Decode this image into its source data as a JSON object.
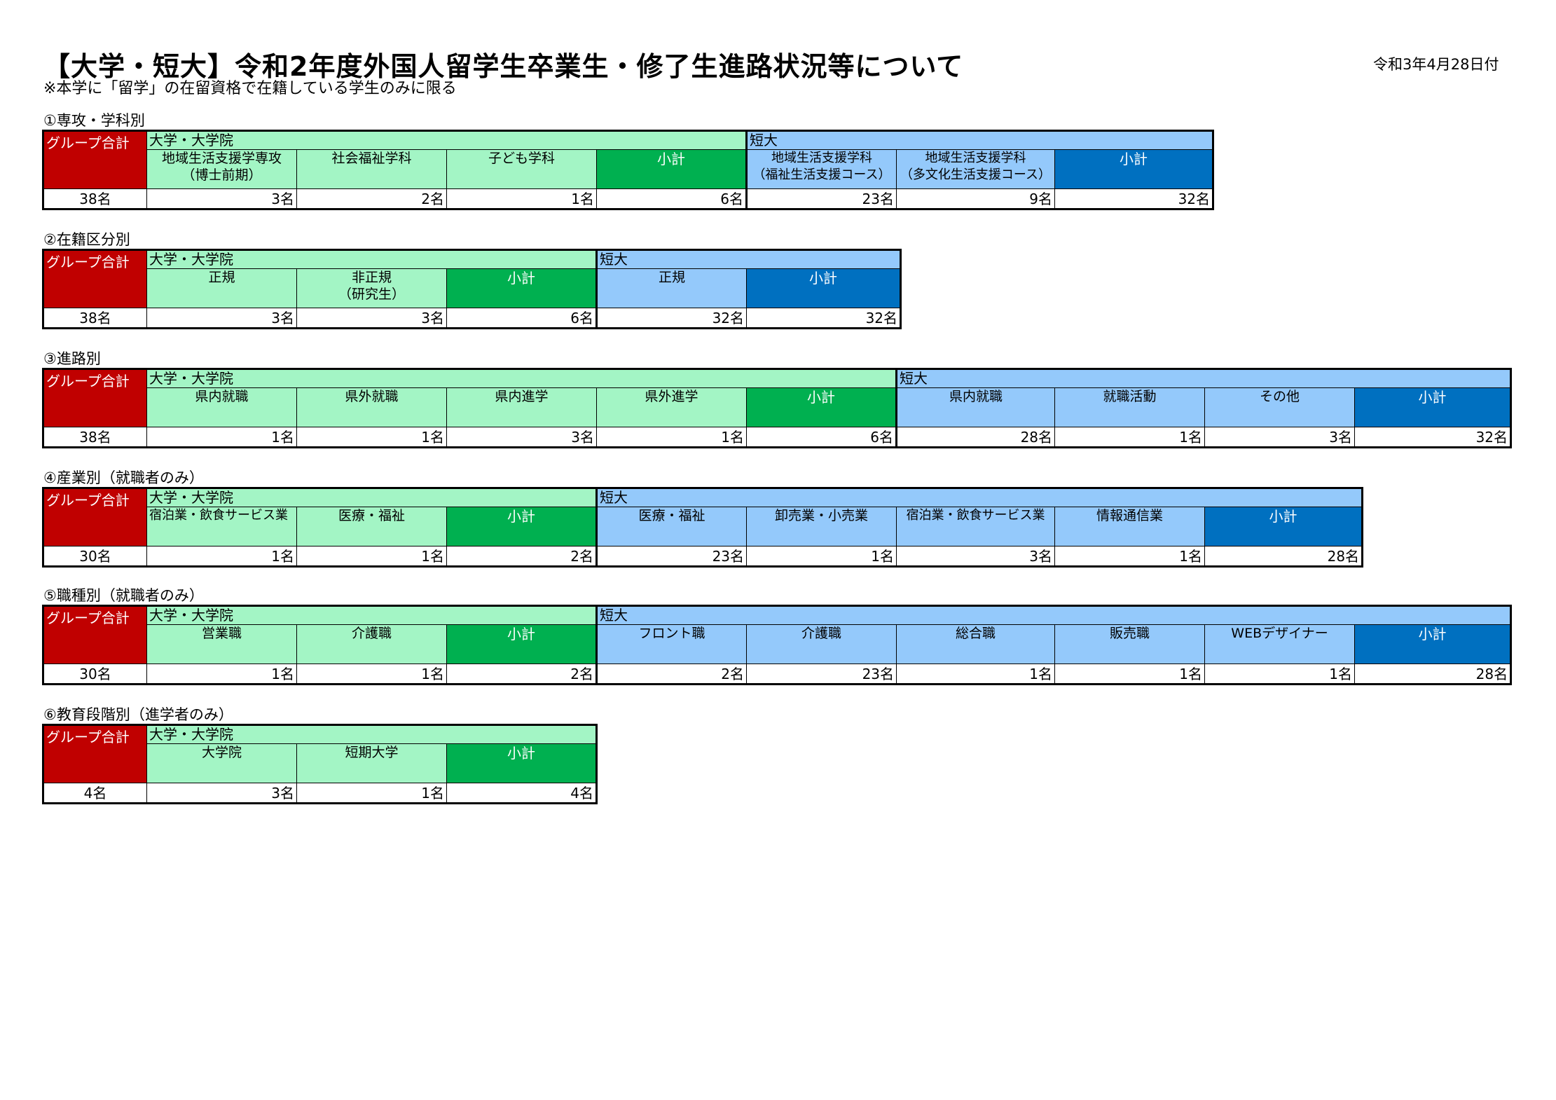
{
  "header": {
    "title": "【大学・短大】令和2年度外国人留学生卒業生・修了生進路状況等について",
    "note": "※本学に「留学」の在留資格で在籍している学生のみに限る",
    "date": "令和3年4月28日付"
  },
  "labels": {
    "group_total": "グループ合計",
    "univ": "大学・大学院",
    "junior": "短大",
    "subtotal": "小計"
  },
  "sections": {
    "s1": {
      "title": "①専攻・学科別",
      "total": "38名",
      "univ": [
        {
          "label": "地域生活支援学専攻",
          "label2": "（博士前期）",
          "value": "3名"
        },
        {
          "label": "社会福祉学科",
          "label2": "",
          "value": "2名"
        },
        {
          "label": "子ども学科",
          "label2": "",
          "value": "1名"
        }
      ],
      "univ_subtotal": "6名",
      "junior": [
        {
          "label": "地域生活支援学科",
          "label2": "（福祉生活支援コース）",
          "value": "23名"
        },
        {
          "label": "地域生活支援学科",
          "label2": "（多文化生活支援コース）",
          "value": "9名"
        }
      ],
      "junior_subtotal": "32名"
    },
    "s2": {
      "title": "②在籍区分別",
      "total": "38名",
      "univ": [
        {
          "label": "正規",
          "label2": "",
          "value": "3名"
        },
        {
          "label": "非正規",
          "label2": "（研究生）",
          "value": "3名"
        }
      ],
      "univ_subtotal": "6名",
      "junior": [
        {
          "label": "正規",
          "label2": "",
          "value": "32名"
        }
      ],
      "junior_subtotal": "32名"
    },
    "s3": {
      "title": "③進路別",
      "total": "38名",
      "univ": [
        {
          "label": "県内就職",
          "value": "1名"
        },
        {
          "label": "県外就職",
          "value": "1名"
        },
        {
          "label": "県内進学",
          "value": "3名"
        },
        {
          "label": "県外進学",
          "value": "1名"
        }
      ],
      "univ_subtotal": "6名",
      "junior": [
        {
          "label": "県内就職",
          "value": "28名"
        },
        {
          "label": "就職活動",
          "value": "1名"
        },
        {
          "label": "その他",
          "value": "3名"
        }
      ],
      "junior_subtotal": "32名"
    },
    "s4": {
      "title": "④産業別（就職者のみ）",
      "total": "30名",
      "univ": [
        {
          "label": "宿泊業・飲食サービス業",
          "value": "1名"
        },
        {
          "label": "医療・福祉",
          "value": "1名"
        }
      ],
      "univ_subtotal": "2名",
      "junior": [
        {
          "label": "医療・福祉",
          "value": "23名"
        },
        {
          "label": "卸売業・小売業",
          "value": "1名"
        },
        {
          "label": "宿泊業・飲食サービス業",
          "value": "3名"
        },
        {
          "label": "情報通信業",
          "value": "1名"
        }
      ],
      "junior_subtotal": "28名"
    },
    "s5": {
      "title": "⑤職種別（就職者のみ）",
      "total": "30名",
      "univ": [
        {
          "label": "営業職",
          "value": "1名"
        },
        {
          "label": "介護職",
          "value": "1名"
        }
      ],
      "univ_subtotal": "2名",
      "junior": [
        {
          "label": "フロント職",
          "value": "2名"
        },
        {
          "label": "介護職",
          "value": "23名"
        },
        {
          "label": "総合職",
          "value": "1名"
        },
        {
          "label": "販売職",
          "value": "1名"
        },
        {
          "label": "WEBデザイナー",
          "value": "1名"
        }
      ],
      "junior_subtotal": "28名"
    },
    "s6": {
      "title": "⑥教育段階別（進学者のみ）",
      "total": "4名",
      "univ": [
        {
          "label": "大学院",
          "value": "3名"
        },
        {
          "label": "短期大学",
          "value": "1名"
        }
      ],
      "univ_subtotal": "4名"
    }
  },
  "colors": {
    "group_total": "#c00000",
    "univ_light": "#a3f5c5",
    "univ_subtotal": "#00b050",
    "junior_light": "#94c9fb",
    "junior_subtotal": "#0070c0"
  }
}
